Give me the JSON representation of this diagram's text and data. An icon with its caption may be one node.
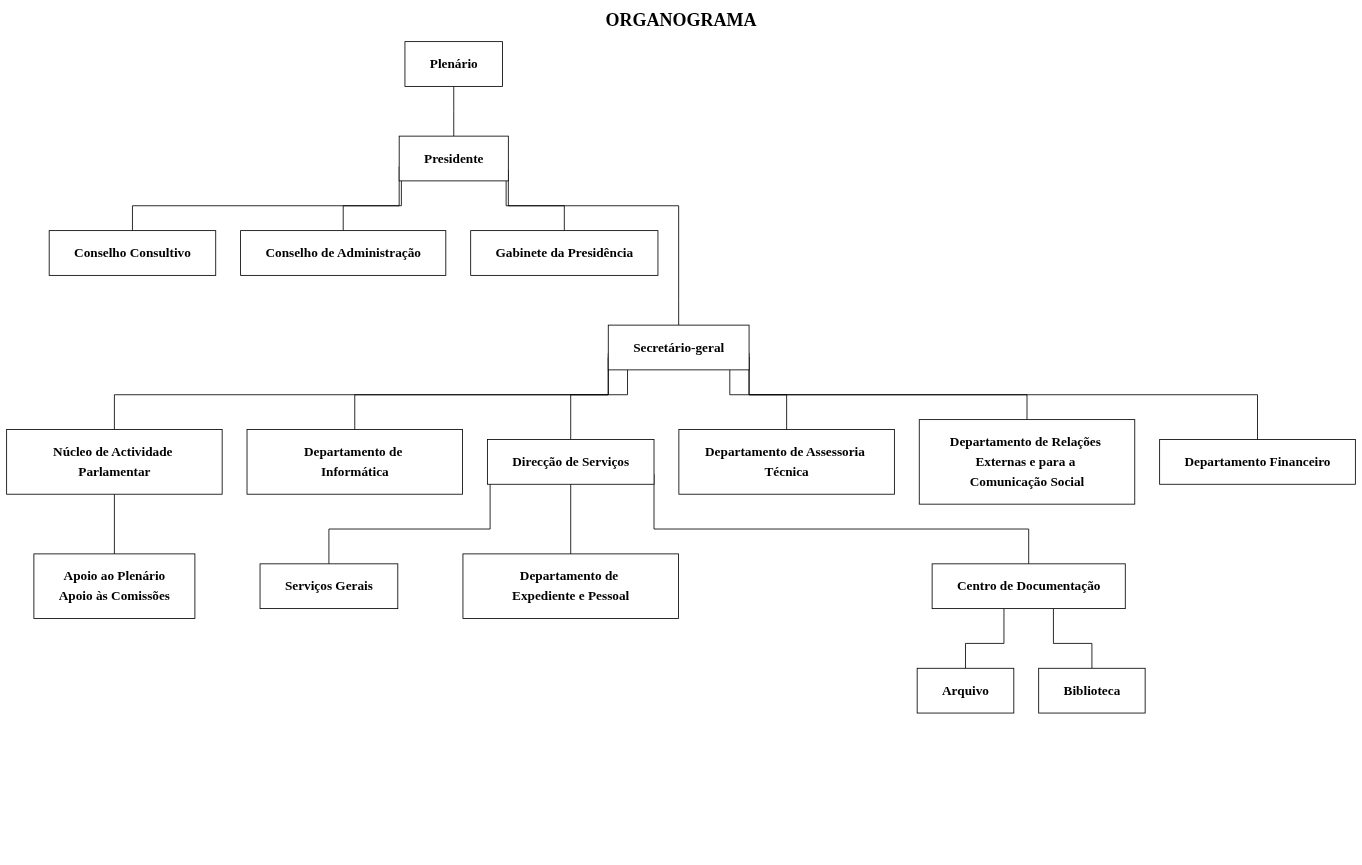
{
  "diagram": {
    "title": "ORGANOGRAMA",
    "nodes": [
      {
        "text": [
          "Plenário"
        ]
      },
      {
        "text": [
          "Presidente"
        ]
      },
      {
        "text": [
          "Conselho Consultivo"
        ]
      },
      {
        "text": [
          "Conselho de Administração"
        ]
      },
      {
        "text": [
          "Gabinete da Presidência"
        ]
      },
      {
        "text": [
          "Secretário-geral"
        ]
      },
      {
        "text": [
          "Núcleo de Actividade Parlamentar"
        ]
      },
      {
        "text": [
          "Departamento de Informática"
        ]
      },
      {
        "text": [
          "Direcção de Serviços"
        ]
      },
      {
        "text": [
          "Departamento de Assessoria Técnica"
        ]
      },
      {
        "text": [
          "Departamento de Relações Externas e para a Comunicação Social"
        ]
      },
      {
        "text": [
          "Departamento Financeiro"
        ]
      },
      {
        "text": [
          "Apoio ao Plenário",
          "Apoio às Comissões"
        ]
      },
      {
        "text": [
          "Serviços Gerais"
        ]
      },
      {
        "text": [
          "Departamento de Expediente e Pessoal"
        ]
      },
      {
        "text": [
          "Centro de Documentação"
        ]
      },
      {
        "text": [
          "Arquivo"
        ]
      },
      {
        "text": [
          "Biblioteca"
        ]
      }
    ],
    "edges": [
      {
        "from": 0,
        "to": 1,
        "arrow": "none"
      },
      {
        "from": 1,
        "to": 2,
        "arrow": "none"
      },
      {
        "from": 1,
        "to": 3,
        "arrow": "none"
      },
      {
        "from": 1,
        "to": 4,
        "arrow": "none"
      },
      {
        "from": 1,
        "to": 5,
        "arrow": "none"
      },
      {
        "from": 5,
        "to": 6,
        "arrow": "none"
      },
      {
        "from": 5,
        "to": 7,
        "arrow": "none"
      },
      {
        "from": 5,
        "to": 8,
        "arrow": "none"
      },
      {
        "from": 5,
        "to": 9,
        "arrow": "none"
      },
      {
        "from": 5,
        "to": 10,
        "arrow": "none"
      },
      {
        "from": 5,
        "to": 11,
        "arrow": "none"
      },
      {
        "from": 6,
        "to": 12,
        "arrow": "none"
      },
      {
        "from": 8,
        "to": 13,
        "arrow": "none"
      },
      {
        "from": 8,
        "to": 14,
        "arrow": "none"
      },
      {
        "from": 8,
        "to": 15,
        "arrow": "none"
      },
      {
        "from": 15,
        "to": 16,
        "arrow": "none"
      },
      {
        "from": 15,
        "to": 17,
        "arrow": "none"
      }
    ]
  }
}
